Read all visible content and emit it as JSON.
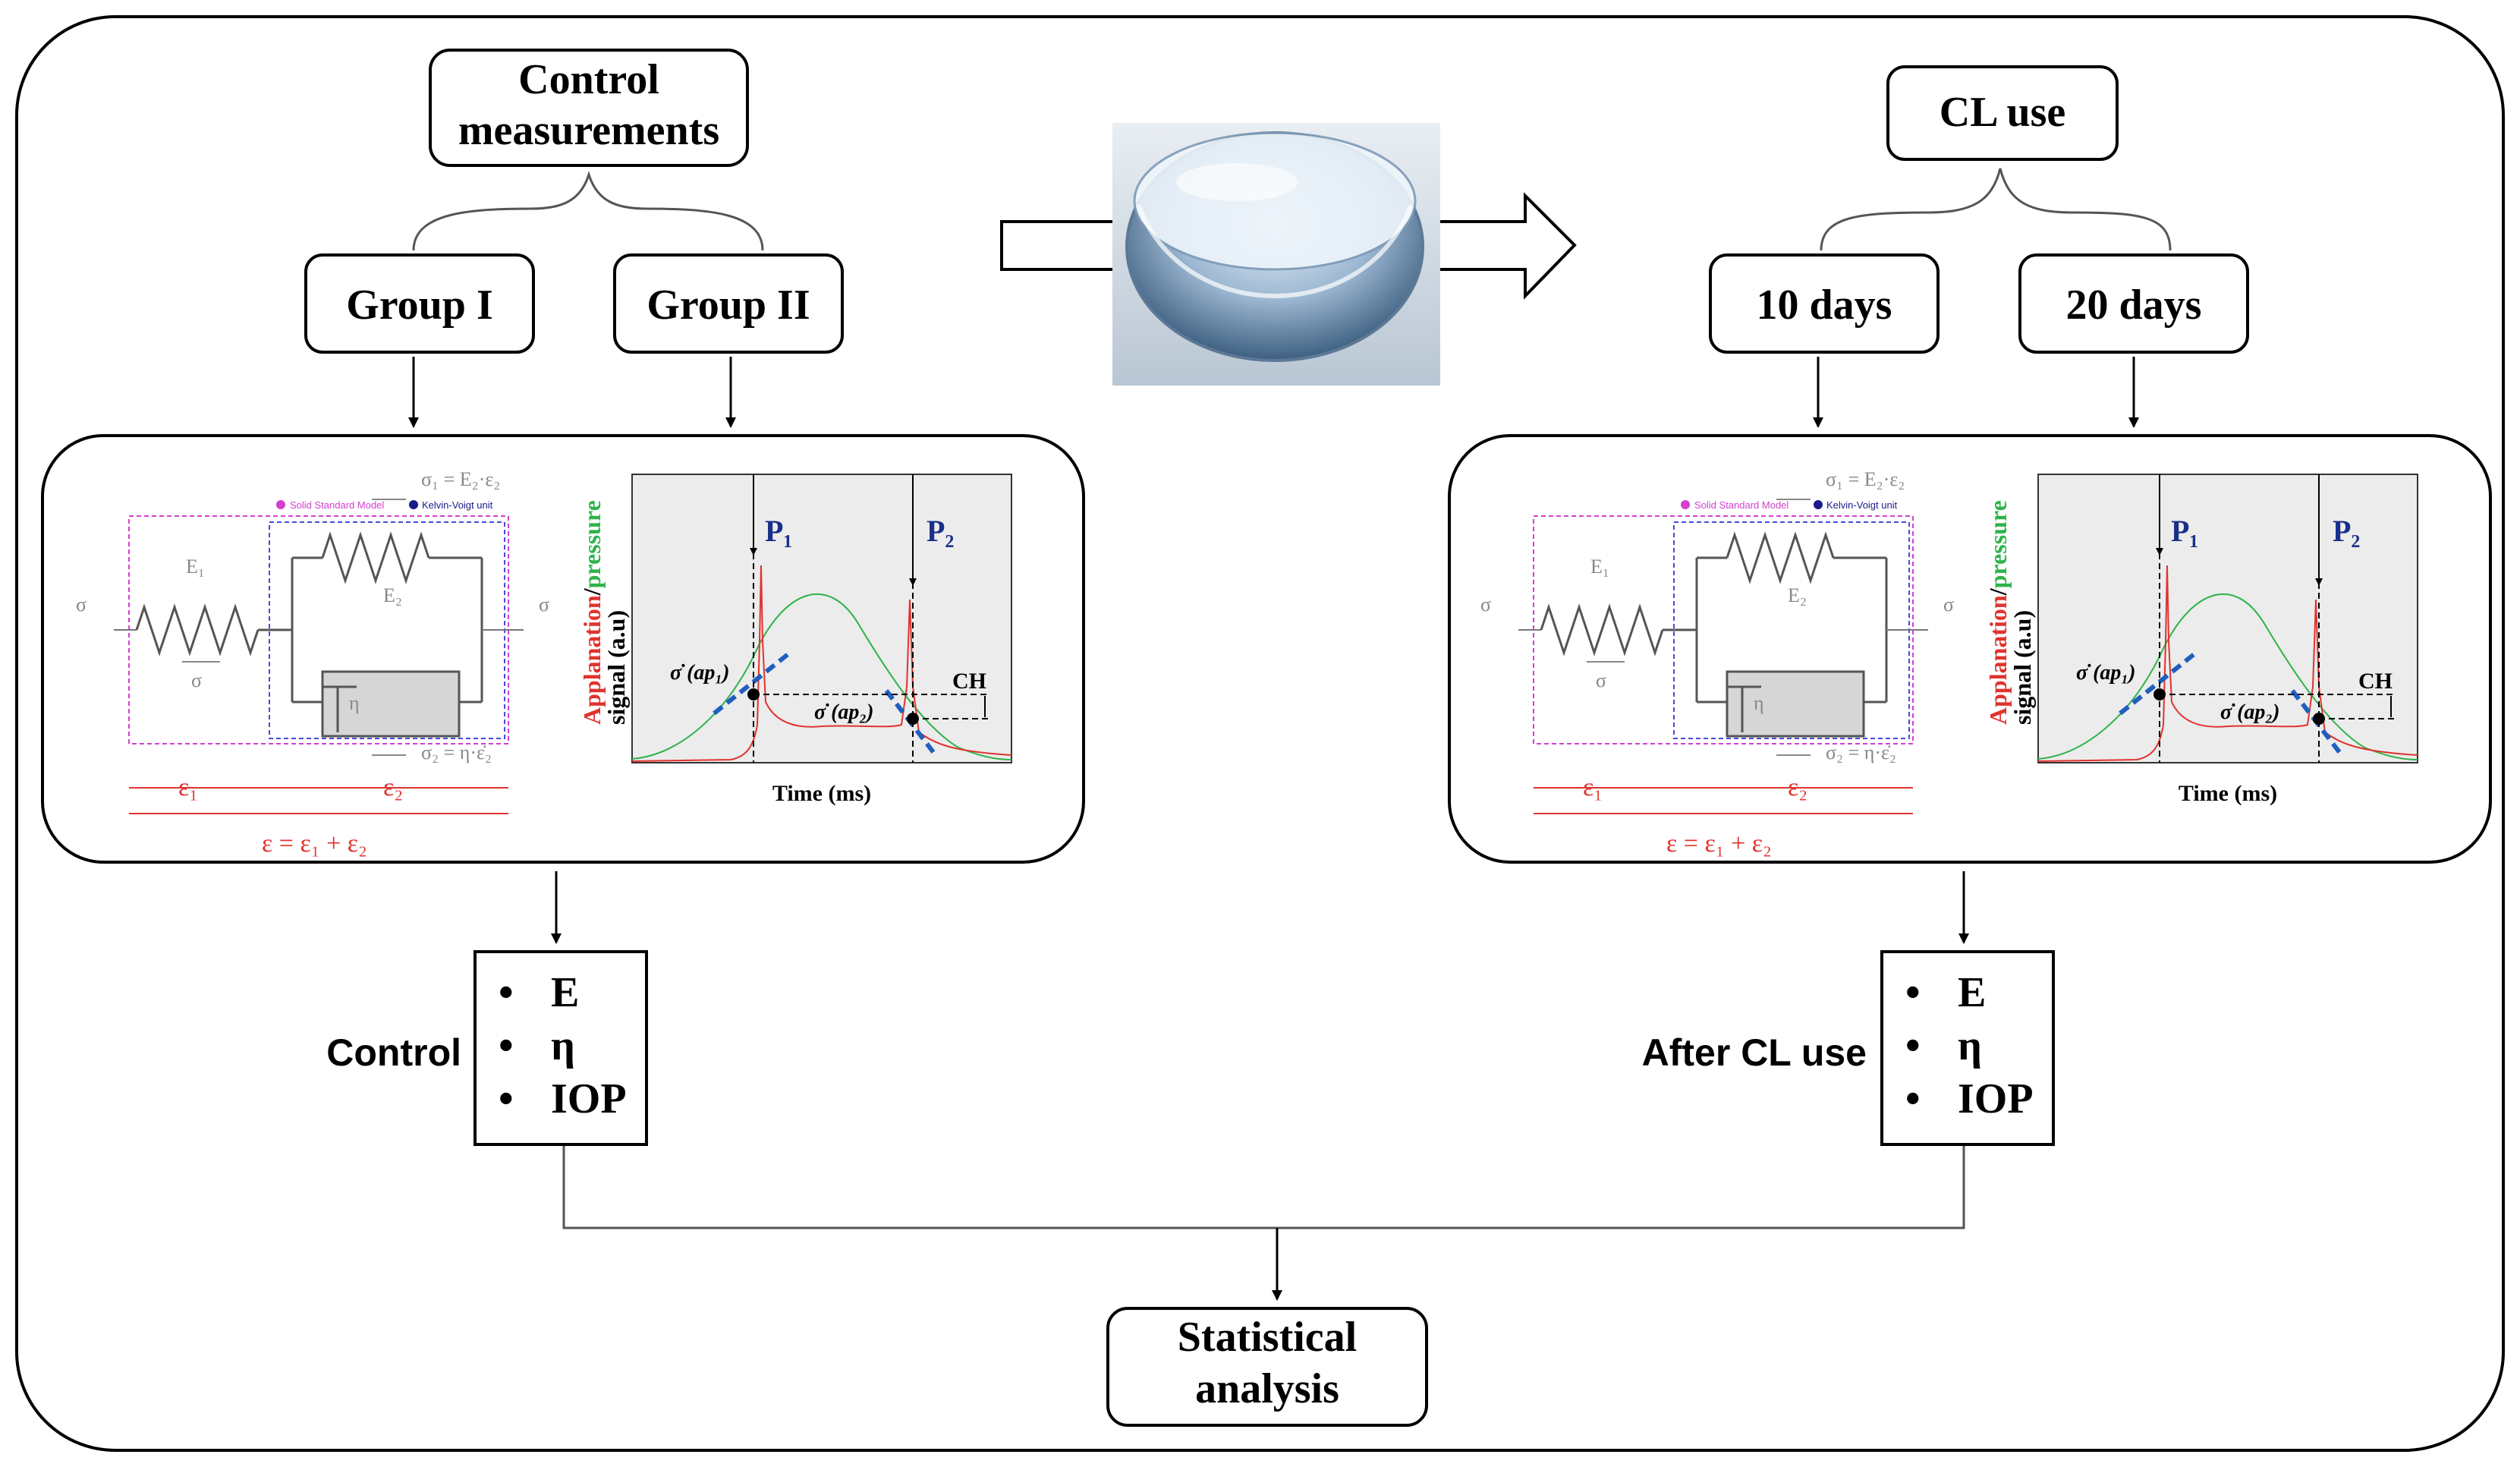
{
  "left": {
    "top_box": [
      "Control",
      "measurements"
    ],
    "groups": [
      "Group I",
      "Group II"
    ],
    "result_label": "Control",
    "outputs": [
      "E",
      "η",
      "IOP"
    ]
  },
  "right": {
    "top_box": "CL use",
    "groups": [
      "10 days",
      "20 days"
    ],
    "result_label": "After CL use",
    "outputs": [
      "E",
      "η",
      "IOP"
    ]
  },
  "bottom_box": [
    "Statistical",
    "analysis"
  ],
  "model": {
    "legend_ssm": "Solid Standard Model",
    "legend_kv": "Kelvin-Voigt unit",
    "sigma1": "σ₁ = E₂·ε₂",
    "sigma2": "σ₂ = η·ε̇₂",
    "sigma": "σ",
    "E1": "E₁",
    "E2": "E₂",
    "eta": "η",
    "eps1": "ε₁",
    "eps2": "ε₂",
    "eps_total": "ε = ε₁ + ε₂"
  },
  "signal_plot": {
    "ylabel_applanation": "Applanation",
    "ylabel_slash": "/",
    "ylabel_pressure": "pressure",
    "ylabel_signal": "signal (a.u)",
    "xlabel": "Time (ms)",
    "P1": "P₁",
    "P2": "P₂",
    "ap1": "σ̇ (ap₁)",
    "ap2": "σ̇ (ap₂)",
    "CH": "CH"
  },
  "colors": {
    "applanation": "#e0332e",
    "pressure": "#2fb34a",
    "slope": "#1f5fbf",
    "peak_label": "#1a2f8a",
    "ssm": "#d43fcf",
    "kv": "#4a4ad8"
  }
}
